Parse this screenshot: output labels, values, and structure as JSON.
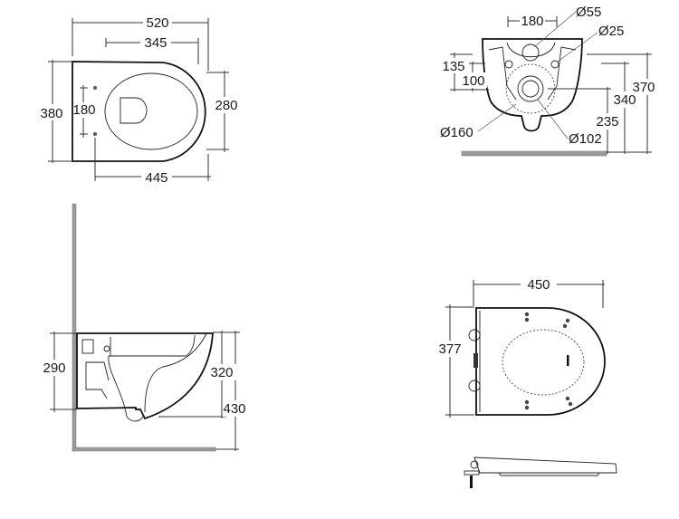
{
  "top_view": {
    "width_overall": "520",
    "width_inner": "345",
    "depth": "380",
    "fixing_spacing": "180",
    "bowl_width": "280",
    "length_to_fixing": "445"
  },
  "rear_view": {
    "fixing_spacing": "180",
    "inlet_diameter": "Ø55",
    "fixing_hole_diameter": "Ø25",
    "fixing_height_upper": "135",
    "fixing_height_lower": "100",
    "total_height": "370",
    "inlet_height": "340",
    "outlet_height": "235",
    "outlet_outer_diameter": "Ø160",
    "outlet_diameter": "Ø102"
  },
  "side_view": {
    "bowl_height": "290",
    "rim_height": "320",
    "floor_to_rim": "430"
  },
  "seat_view": {
    "length": "450",
    "width": "377"
  }
}
